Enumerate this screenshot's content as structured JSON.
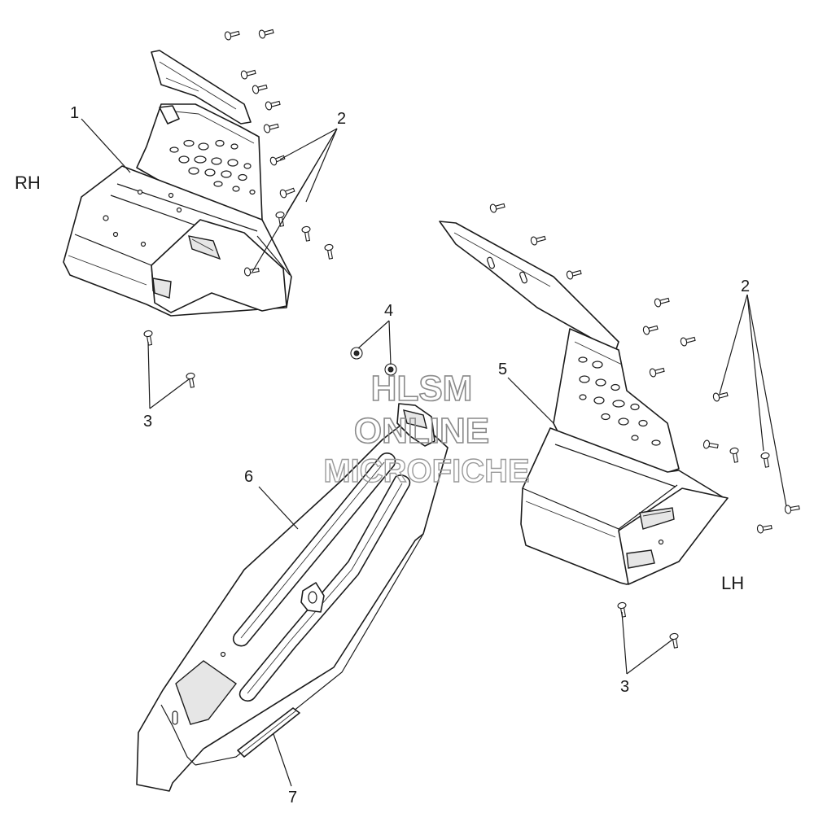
{
  "side_labels": {
    "rh": "RH",
    "lh": "LH"
  },
  "callouts": {
    "c1": "1",
    "c2_upper": "2",
    "c2_lower": "2",
    "c3_left": "3",
    "c3_right": "3",
    "c4": "4",
    "c5": "5",
    "c6": "6",
    "c7": "7"
  },
  "watermark": {
    "line1": "HLSM",
    "line2": "ONLINE",
    "line3": "MICROFICHE"
  },
  "colors": {
    "line": "#1c1c1c",
    "background": "#ffffff",
    "watermark": "#8a8a8a"
  }
}
